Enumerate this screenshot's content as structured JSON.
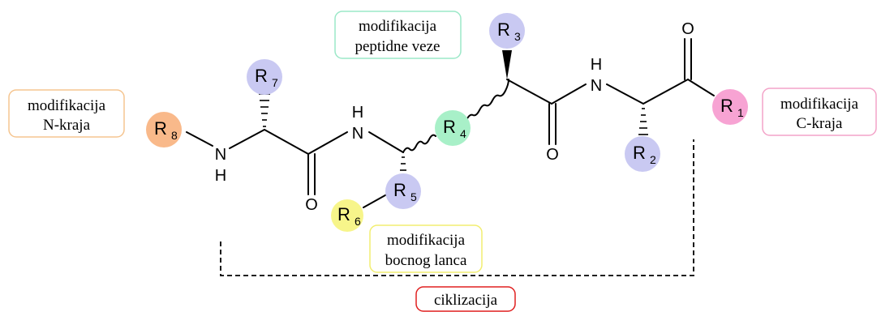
{
  "atoms": {
    "h_top": "H",
    "n_top": "N",
    "h_top_right": "H",
    "n_top_right": "N",
    "n_left": "N",
    "h_left": "H",
    "o_left": "O",
    "o_mid": "O",
    "o_right": "O"
  },
  "groups": [
    {
      "id": "r1",
      "label": "R",
      "sub": "1",
      "color": "#f7a3d3"
    },
    {
      "id": "r2",
      "label": "R",
      "sub": "2",
      "color": "#c9c9f2"
    },
    {
      "id": "r3",
      "label": "R",
      "sub": "3",
      "color": "#c9c9f2"
    },
    {
      "id": "r4",
      "label": "R",
      "sub": "4",
      "color": "#a8f0c8"
    },
    {
      "id": "r5",
      "label": "R",
      "sub": "5",
      "color": "#c9c9f2"
    },
    {
      "id": "r6",
      "label": "R",
      "sub": "6",
      "color": "#f7f58a"
    },
    {
      "id": "r7",
      "label": "R",
      "sub": "7",
      "color": "#c9c9f2"
    },
    {
      "id": "r8",
      "label": "R",
      "sub": "8",
      "color": "#f9b98a"
    }
  ],
  "annotations": {
    "n_terminus": {
      "lines": [
        "modifikacija",
        "N-kraja"
      ],
      "color": "#f5c590"
    },
    "c_terminus": {
      "lines": [
        "modifikacija",
        "C-kraja"
      ],
      "color": "#f3a3c8"
    },
    "peptide_bond": {
      "lines": [
        "modifikacija",
        "peptidne veze"
      ],
      "color": "#9ce8c8"
    },
    "side_chain": {
      "lines": [
        "modifikacija",
        "bocnog lanca"
      ],
      "color": "#f2ee70"
    },
    "cyclization": {
      "lines": [
        "ciklizacija"
      ],
      "color": "#e02020"
    }
  }
}
